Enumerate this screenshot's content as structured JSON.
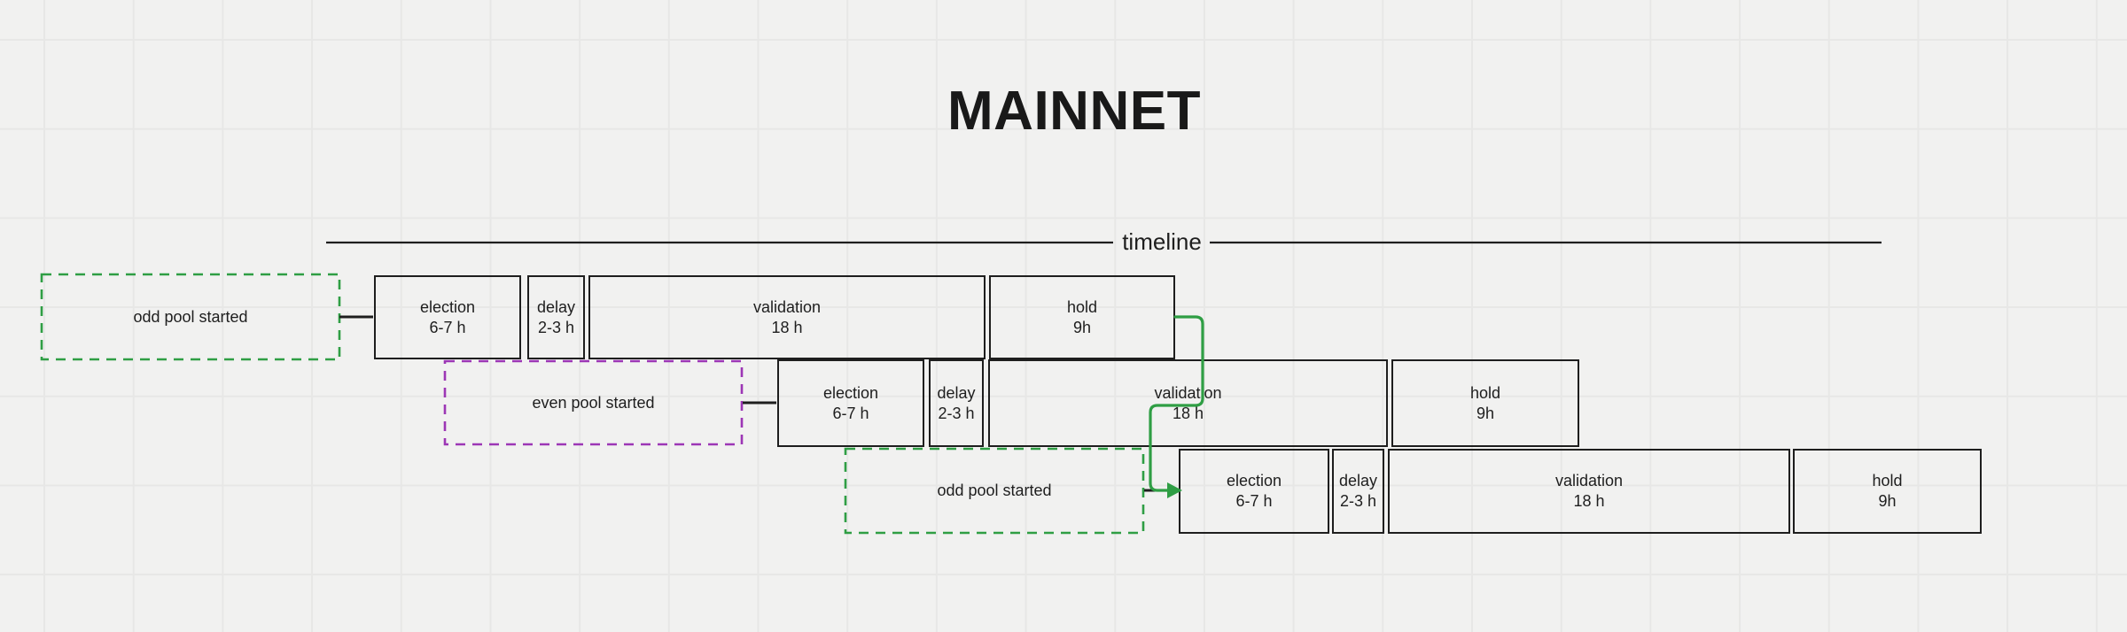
{
  "title": "MAINNET",
  "timeline_label": "timeline",
  "colors": {
    "stroke": "#1e1e1e",
    "odd_pool_dash": "#2f9e44",
    "even_pool_dash": "#9c36b5",
    "arrow": "#2f9e44",
    "background": "#f1f1f0"
  },
  "pools": [
    {
      "start_label": "odd pool started",
      "phases": [
        {
          "name": "election",
          "duration": "6-7 h"
        },
        {
          "name": "delay",
          "duration": "2-3 h"
        },
        {
          "name": "validation",
          "duration": "18 h"
        },
        {
          "name": "hold",
          "duration": "9h"
        }
      ]
    },
    {
      "start_label": "even pool started",
      "phases": [
        {
          "name": "election",
          "duration": "6-7 h"
        },
        {
          "name": "delay",
          "duration": "2-3 h"
        },
        {
          "name": "validation",
          "duration": "18 h"
        },
        {
          "name": "hold",
          "duration": "9h"
        }
      ]
    },
    {
      "start_label": "odd pool started",
      "phases": [
        {
          "name": "election",
          "duration": "6-7 h"
        },
        {
          "name": "delay",
          "duration": "2-3 h"
        },
        {
          "name": "validation",
          "duration": "18 h"
        },
        {
          "name": "hold",
          "duration": "9h"
        }
      ]
    }
  ]
}
